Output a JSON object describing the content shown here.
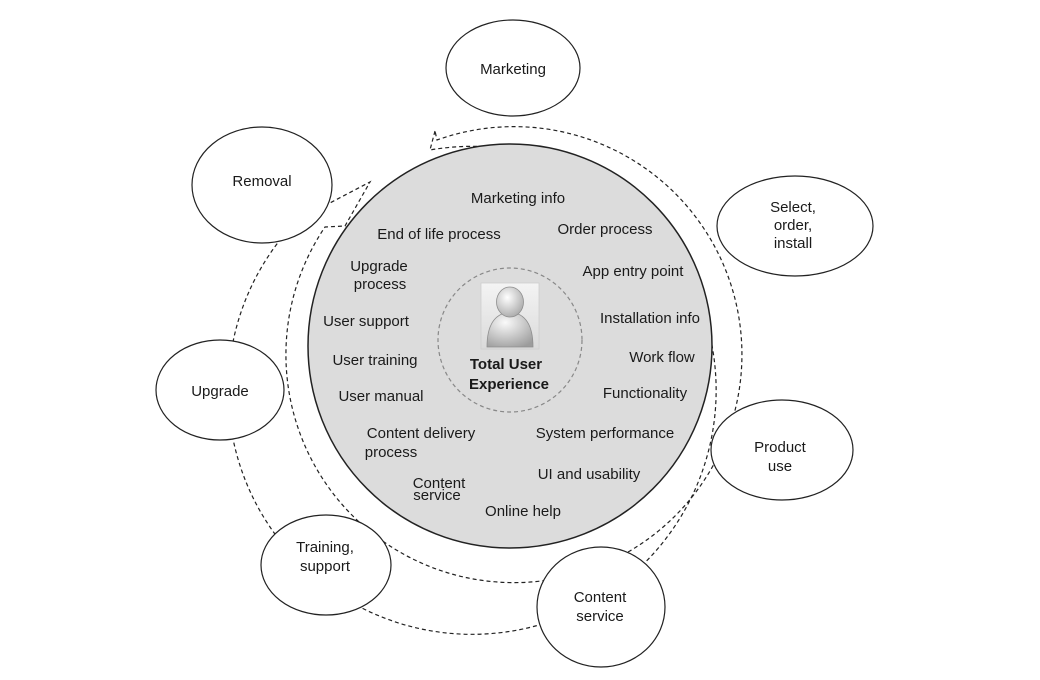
{
  "center": {
    "line1": "Total User",
    "line2": "Experience",
    "icon": "user-avatar-icon"
  },
  "inner_items": {
    "marketing_info": "Marketing info",
    "order_process": "Order process",
    "app_entry_point": "App entry point",
    "installation_info": "Installation info",
    "work_flow": "Work flow",
    "functionality": "Functionality",
    "system_performance": "System performance",
    "ui_usability": "UI  and usability",
    "online_help": "Online help",
    "content_service_1": "Content",
    "content_service_2": "service",
    "content_delivery_1": "Content delivery",
    "content_delivery_2": "process",
    "user_manual": "User  manual",
    "user_training": "User  training",
    "user_support": "User support",
    "upgrade_process_1": "Upgrade",
    "upgrade_process_2": "process",
    "end_of_life": "End of life process"
  },
  "stages": {
    "marketing": "Marketing",
    "select_1": "Select,",
    "select_2": "order,",
    "select_3": "install",
    "product_1": "Product",
    "product_2": "use",
    "content_1": "Content",
    "content_2": "service",
    "training_1": "Training,",
    "training_2": "support",
    "upgrade": "Upgrade",
    "removal": "Removal"
  },
  "colors": {
    "inner_fill": "#dcdcdc",
    "stroke": "#222222",
    "background": "#ffffff"
  }
}
